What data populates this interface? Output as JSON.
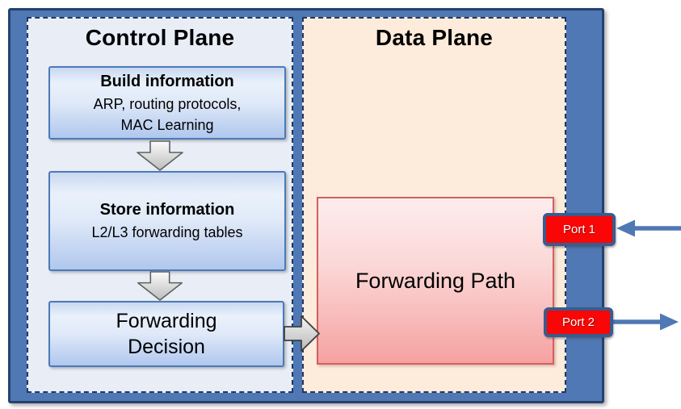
{
  "control_plane": {
    "title": "Control Plane",
    "build_box": {
      "title": "Build information",
      "line1": "ARP, routing protocols,",
      "line2": "MAC Learning"
    },
    "store_box": {
      "title": "Store information",
      "line1": "L2/L3 forwarding tables"
    },
    "decision_box": {
      "line1": "Forwarding",
      "line2": "Decision"
    }
  },
  "data_plane": {
    "title": "Data Plane",
    "forwarding_path_label": "Forwarding Path",
    "ports": [
      {
        "label": "Port 1",
        "direction": "inbound"
      },
      {
        "label": "Port 2",
        "direction": "outbound"
      }
    ]
  },
  "icons": {
    "down_arrow": "gray block arrow pointing down",
    "right_arrow": "gray block arrow pointing right",
    "inbound_arrow": "blue line arrow pointing left into Port 1",
    "outbound_arrow": "blue line arrow pointing right out of Port 2"
  },
  "colors": {
    "frame_fill": "#4f78b4",
    "frame_border": "#25416e",
    "control_plane_bg": "#e9edf6",
    "data_plane_bg": "#fdebdb",
    "process_box_border": "#4a7ab8",
    "forwarding_path_border": "#d2605e",
    "port_fill": "#f90606",
    "port_border": "#3a5b8e",
    "flow_arrow_blue": "#4f78b4",
    "dashed_border": "#1f3864"
  }
}
